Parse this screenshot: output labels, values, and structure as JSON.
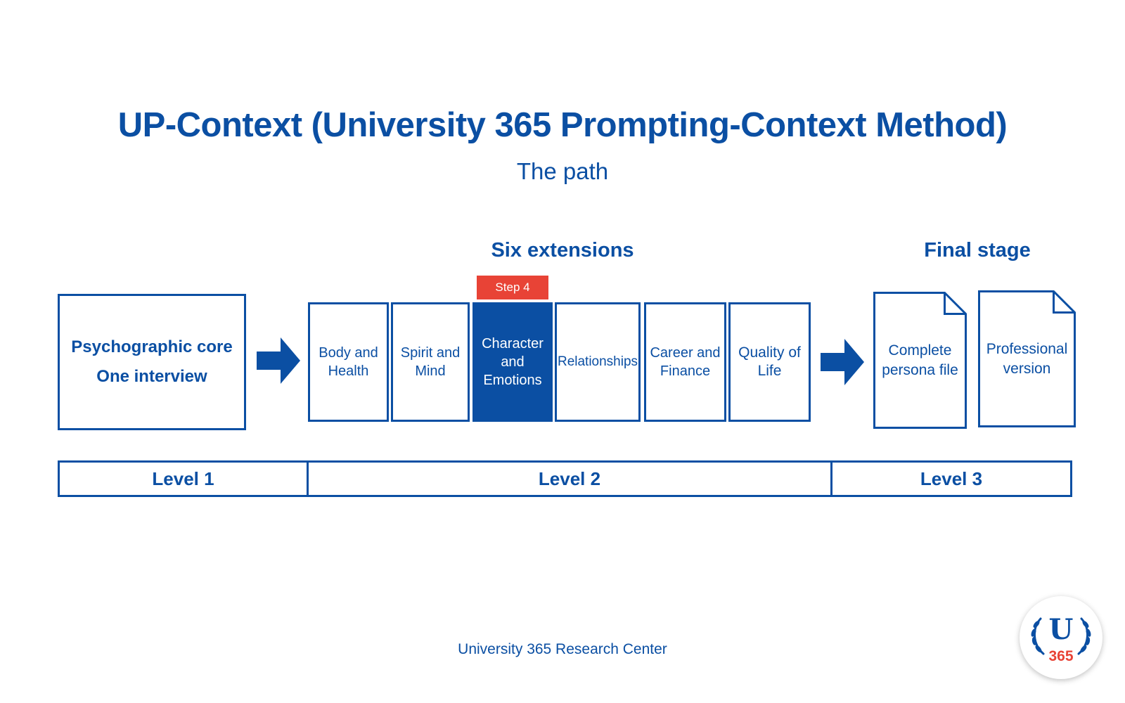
{
  "title": "UP-Context (University 365 Prompting-Context Method)",
  "subtitle": "The path",
  "core": {
    "line1": "Psychographic core",
    "line2": "One interview"
  },
  "extensions": {
    "label": "Six extensions",
    "items": [
      {
        "label": "Body and Health"
      },
      {
        "label": "Spirit and Mind"
      },
      {
        "label": "Character and Emotions",
        "active": true,
        "badge": "Step 4"
      },
      {
        "label": "Relationships"
      },
      {
        "label": "Career and Finance"
      },
      {
        "label": "Quality of Life"
      }
    ]
  },
  "final": {
    "label": "Final stage",
    "docs": [
      {
        "label": "Complete persona file"
      },
      {
        "label": "Professional version"
      }
    ]
  },
  "levels": [
    "Level 1",
    "Level 2",
    "Level 3"
  ],
  "footer": "University 365 Research Center",
  "logo": {
    "letter": "U",
    "number": "365"
  },
  "colors": {
    "primary": "#0b4fa3",
    "accent": "#e84336",
    "background": "#ffffff"
  }
}
